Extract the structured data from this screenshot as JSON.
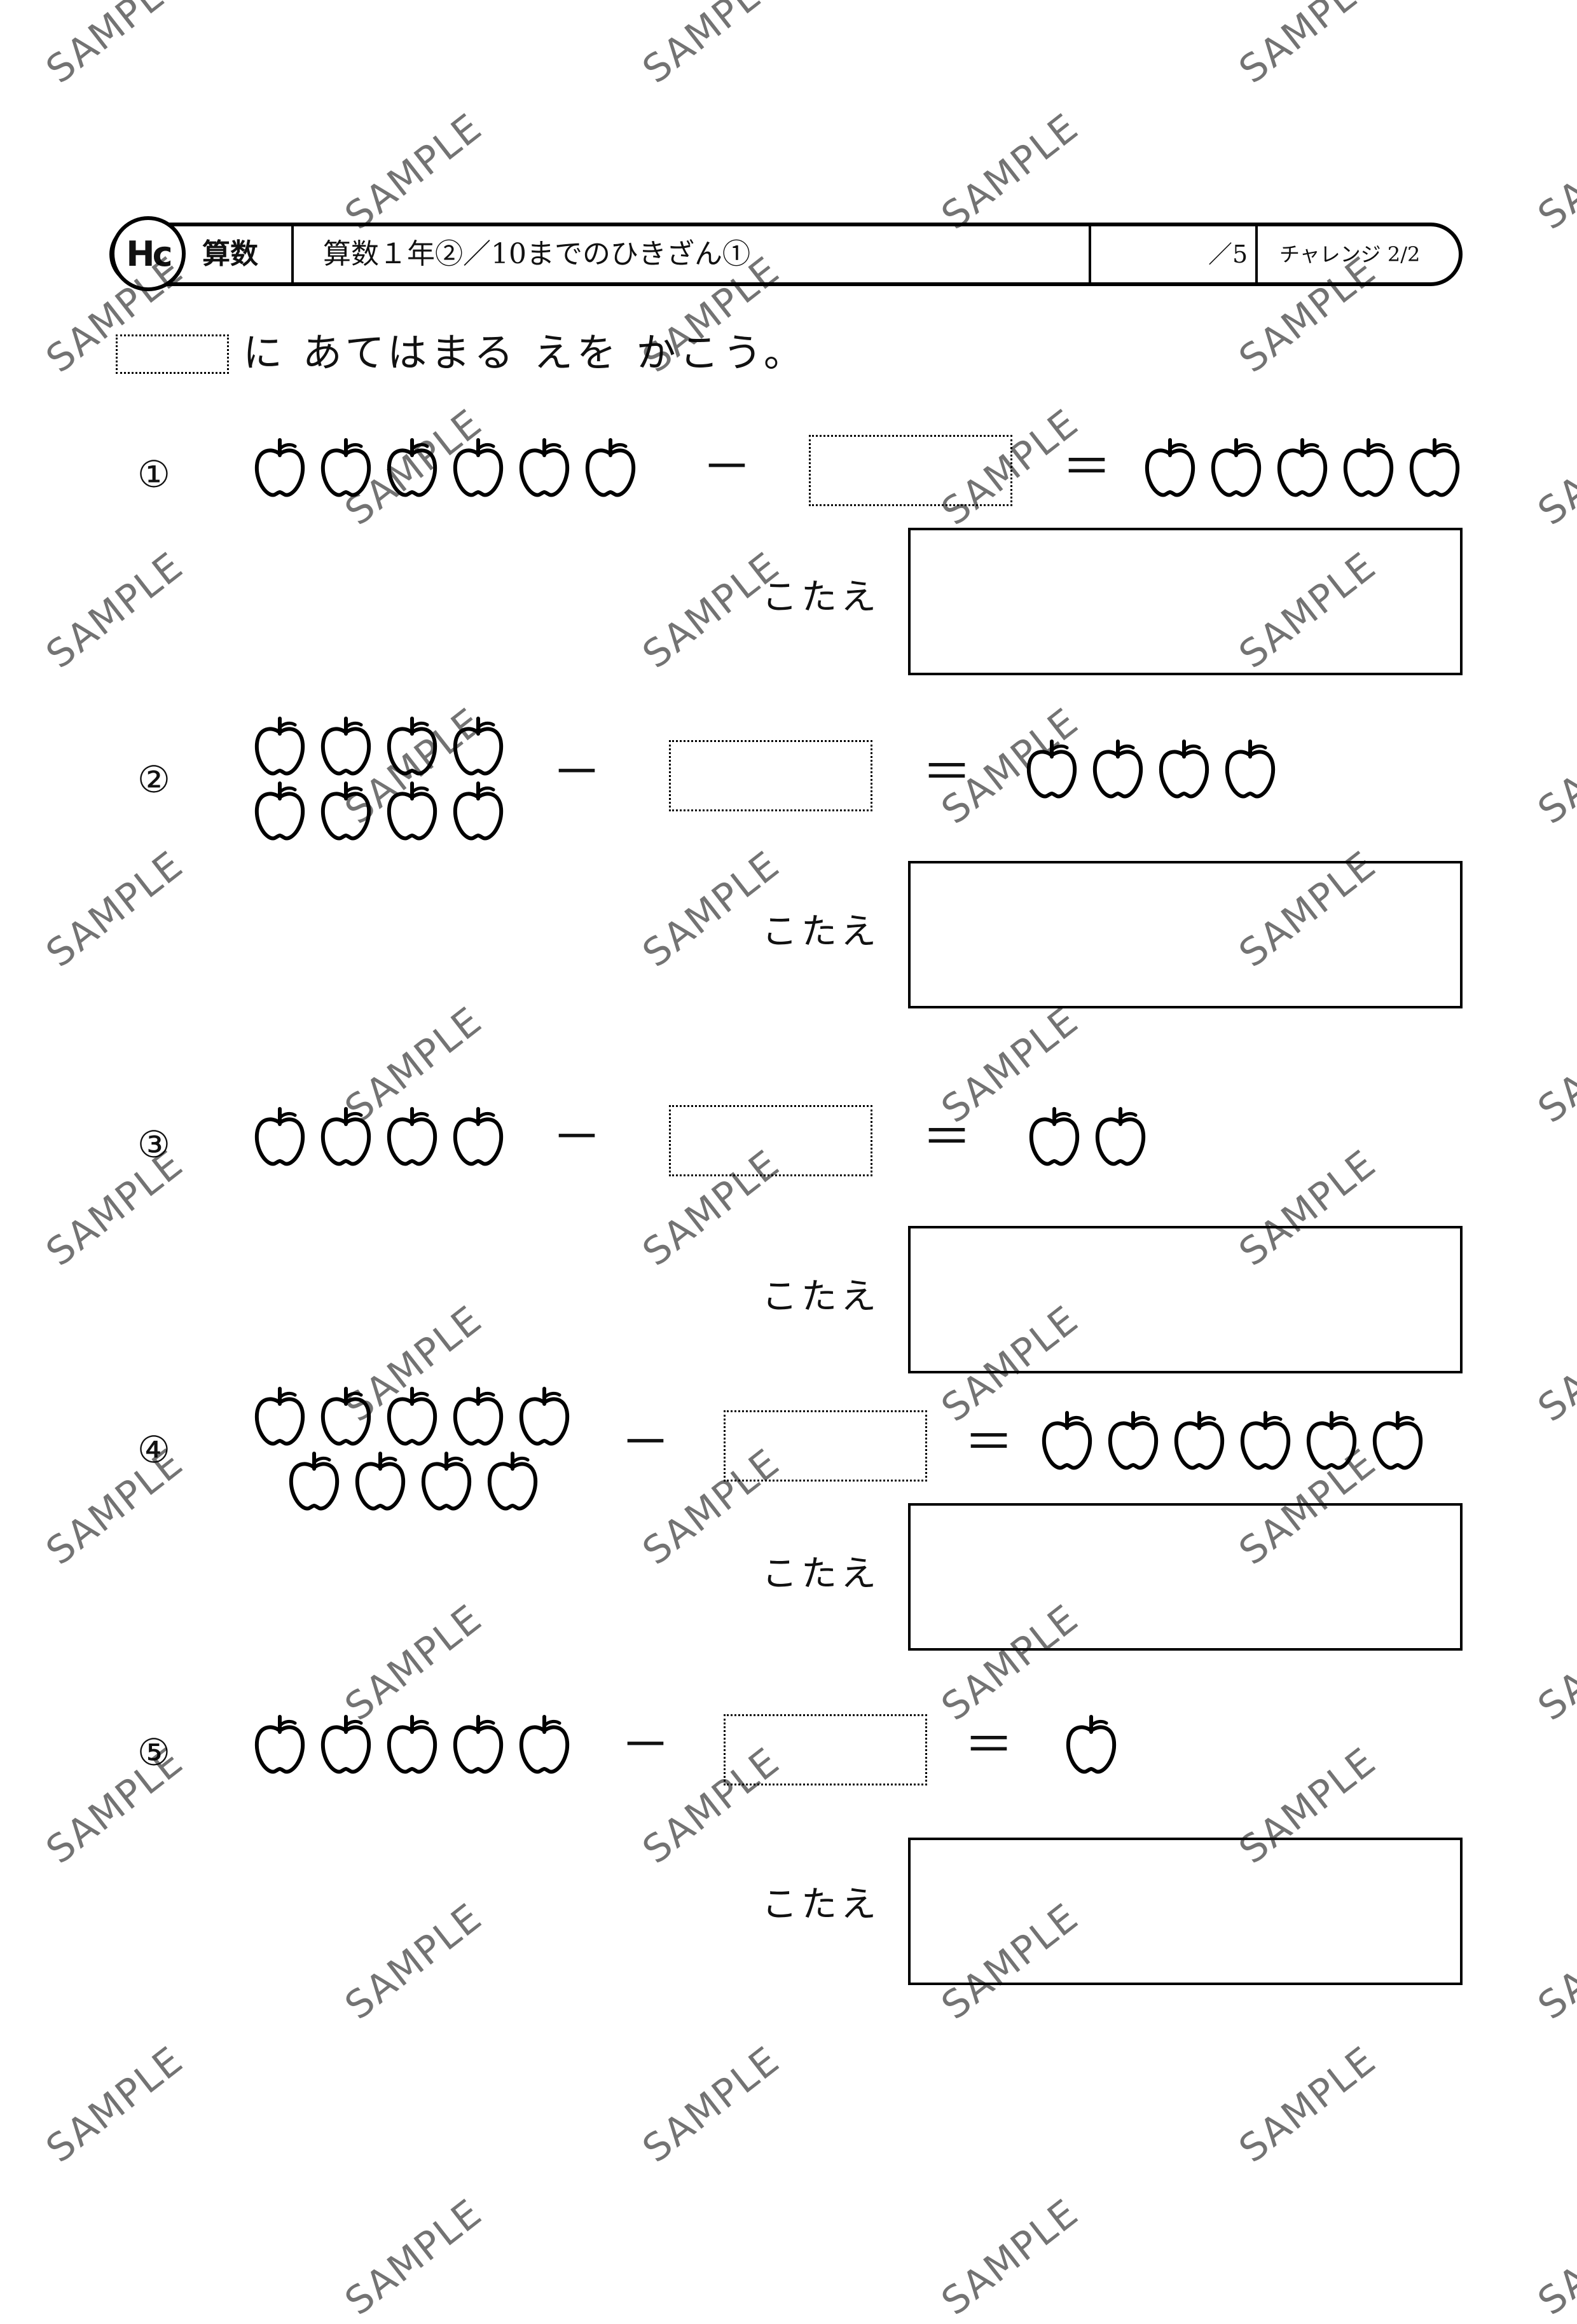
{
  "header": {
    "logo_text": "Hc",
    "subject": "算数",
    "title": "算数１年②／10までのひきざん①",
    "score": "／5",
    "challenge": "チャレンジ 2/2"
  },
  "instruction": "に あてはまる えを かこう。",
  "answer_label": "こたえ",
  "watermark_text": "SAMPLE",
  "problems": [
    {
      "number": "①",
      "minuend_apples": 6,
      "result_apples": 5,
      "minus": "－",
      "equals": "＝"
    },
    {
      "number": "②",
      "minuend_apples": 8,
      "result_apples": 4,
      "minus": "－",
      "equals": "＝"
    },
    {
      "number": "③",
      "minuend_apples": 4,
      "result_apples": 2,
      "minus": "－",
      "equals": "＝"
    },
    {
      "number": "④",
      "minuend_apples": 9,
      "result_apples": 6,
      "minus": "－",
      "equals": "＝"
    },
    {
      "number": "⑤",
      "minuend_apples": 5,
      "result_apples": 1,
      "minus": "－",
      "equals": "＝"
    }
  ]
}
